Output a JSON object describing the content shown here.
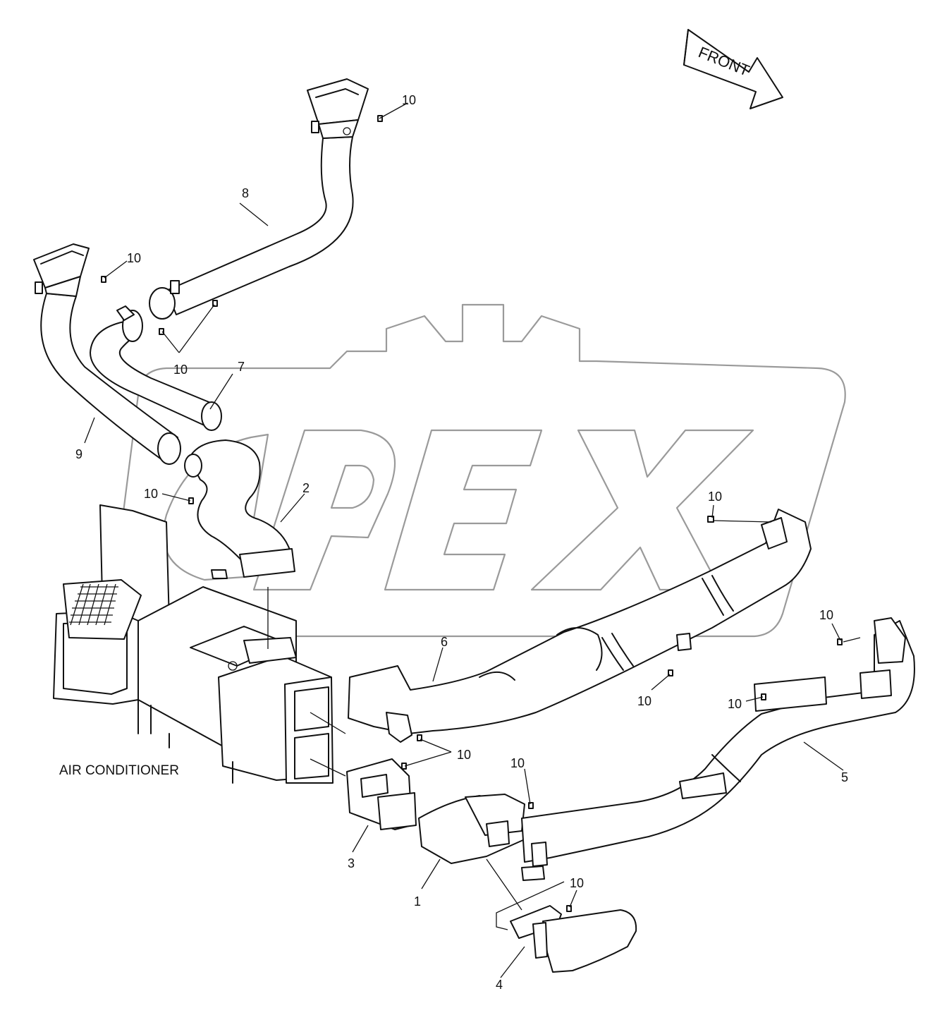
{
  "callouts": [
    {
      "id": "c1",
      "text": "1"
    },
    {
      "id": "c2",
      "text": "2"
    },
    {
      "id": "c3",
      "text": "3"
    },
    {
      "id": "c4",
      "text": "4"
    },
    {
      "id": "c5",
      "text": "5"
    },
    {
      "id": "c6",
      "text": "6"
    },
    {
      "id": "c7",
      "text": "7"
    },
    {
      "id": "c8",
      "text": "8"
    },
    {
      "id": "c9",
      "text": "9"
    },
    {
      "id": "c10a",
      "text": "10"
    },
    {
      "id": "c10b",
      "text": "10"
    },
    {
      "id": "c10c",
      "text": "10"
    },
    {
      "id": "c10d",
      "text": "10"
    },
    {
      "id": "c10e",
      "text": "10"
    },
    {
      "id": "c10f",
      "text": "10"
    },
    {
      "id": "c10g",
      "text": "10"
    },
    {
      "id": "c10h",
      "text": "10"
    },
    {
      "id": "c10i",
      "text": "10"
    },
    {
      "id": "c10j",
      "text": "10"
    },
    {
      "id": "c10k",
      "text": "10"
    }
  ],
  "assembly_label": "AIR CONDITIONER",
  "direction_label": "FRONT",
  "watermark": "OPEX",
  "icons": {
    "arrow": "front-arrow-icon",
    "gear": "gear-watermark-icon"
  }
}
